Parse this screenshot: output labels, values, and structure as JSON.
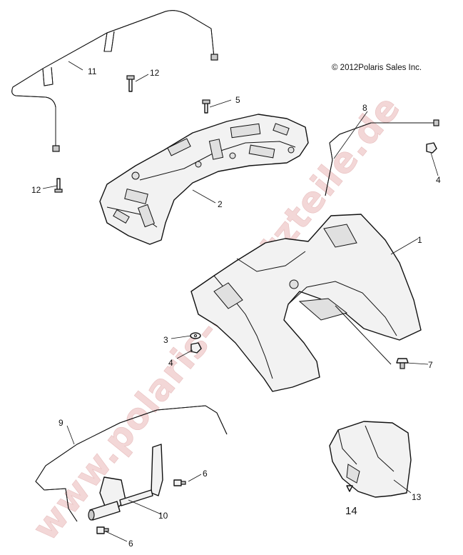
{
  "watermark": "www.polaris-ersatzteile.de",
  "copyright": "© 2012Polaris Sales Inc.",
  "callouts": {
    "c1": "1",
    "c2": "2",
    "c3": "3",
    "c4a": "4",
    "c4b": "4",
    "c5": "5",
    "c6a": "6",
    "c6b": "6",
    "c7": "7",
    "c8": "8",
    "c9": "9",
    "c10": "10",
    "c11": "11",
    "c12a": "12",
    "c12b": "12",
    "c13": "13",
    "c14": "14"
  }
}
